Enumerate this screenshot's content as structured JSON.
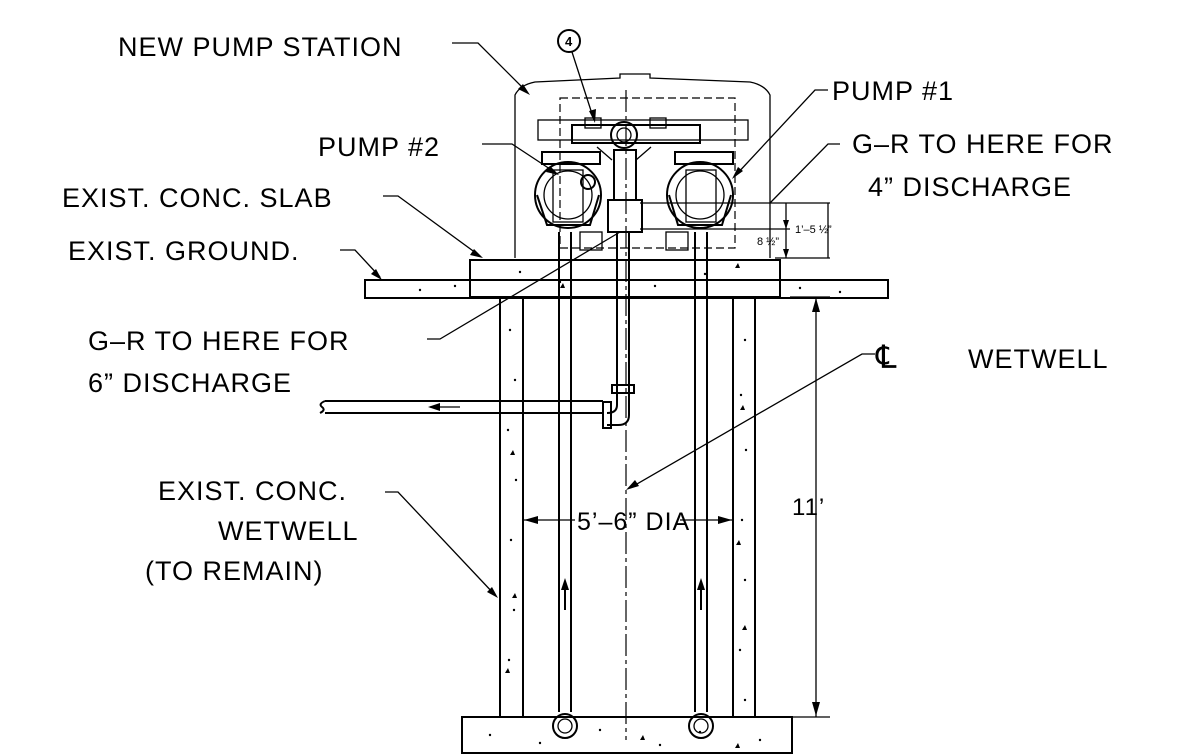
{
  "colors": {
    "line": "#000000",
    "background": "#ffffff"
  },
  "labels": {
    "new_pump_station": "NEW PUMP STATION",
    "pump_1": "PUMP  #1",
    "pump_2": "PUMP  #2",
    "gr_4_line1": "G–R  TO  HERE  FOR",
    "gr_4_line2": "4”  DISCHARGE",
    "exist_slab": "EXIST.  CONC.  SLAB",
    "exist_ground": "EXIST.  GROUND.",
    "gr_6_line1": "G–R  TO  HERE  FOR",
    "gr_6_line2": "6”  DISCHARGE",
    "centerline_symbol": "℄",
    "wetwell": "WETWELL",
    "exist_wetwell_line1": "EXIST.  CONC.",
    "exist_wetwell_line2": "WETWELL",
    "exist_wetwell_line3": "(TO  REMAIN)",
    "diameter": "5’–6”  DIA",
    "depth": "11’",
    "dim_1_5": "1’–5 ½”",
    "dim_8": "8 ½”",
    "callout_number": "4"
  }
}
